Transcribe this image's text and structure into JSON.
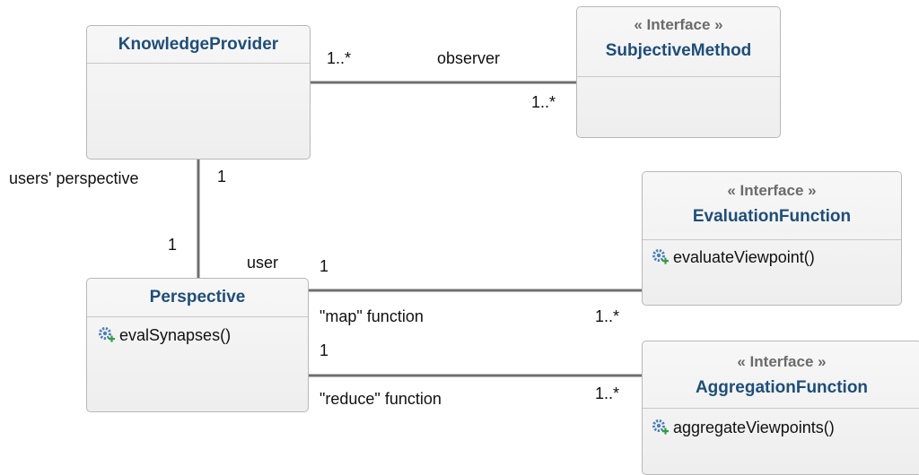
{
  "classes": {
    "knowledge_provider": {
      "name": "KnowledgeProvider"
    },
    "subjective_method": {
      "stereotype": "« Interface »",
      "name": "SubjectiveMethod"
    },
    "perspective": {
      "name": "Perspective",
      "operation": "evalSynapses()"
    },
    "evaluation_function": {
      "stereotype": "« Interface »",
      "name": "EvaluationFunction",
      "operation": "evaluateViewpoint()"
    },
    "aggregation_function": {
      "stereotype": "« Interface »",
      "name": "AggregationFunction",
      "operation": "aggregateViewpoints()"
    }
  },
  "associations": {
    "observer": {
      "label": "observer",
      "source_mult": "1..*",
      "target_mult": "1..*"
    },
    "users_perspective": {
      "label": "users' perspective",
      "source_mult": "1",
      "target_mult": "1",
      "target_role": "user"
    },
    "map": {
      "label": "\"map\" function",
      "source_mult": "1",
      "target_mult": "1..*"
    },
    "reduce": {
      "label": "\"reduce\" function",
      "source_mult": "1",
      "target_mult": "1..*"
    }
  },
  "icons": {
    "operation": "gear-add-icon"
  },
  "colors": {
    "class_name": "#1f4e79",
    "stereotype": "#6b6b6b",
    "line": "#6f6f6f",
    "border": "#b8b8b8",
    "gear": "#4a7fb5",
    "plus": "#2e9e3e"
  }
}
